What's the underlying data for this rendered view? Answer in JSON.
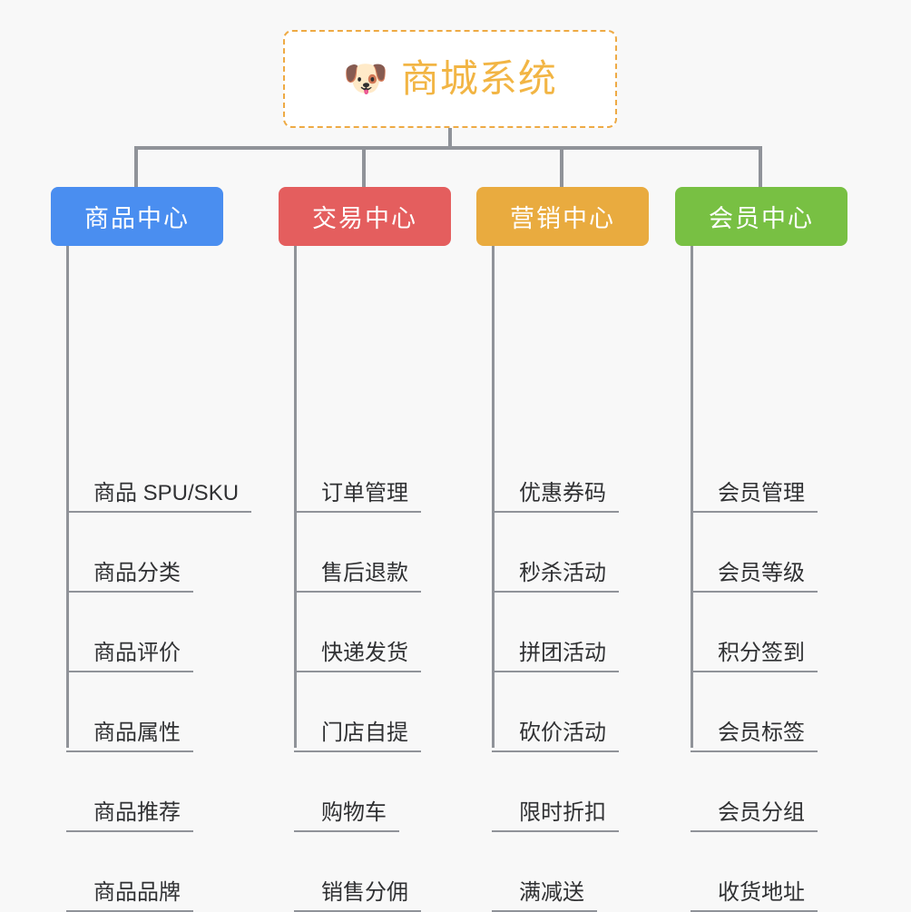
{
  "root": {
    "icon": "dog-face-icon",
    "emoji": "🐶",
    "title": "商城系统",
    "border_color": "#eeaa44",
    "text_color": "#f2b544"
  },
  "categories": [
    {
      "label": "商品中心",
      "color": "#4a8ef0",
      "items": [
        "商品 SPU/SKU",
        "商品分类",
        "商品评价",
        "商品属性",
        "商品推荐",
        "商品品牌"
      ]
    },
    {
      "label": "交易中心",
      "color": "#e45e5e",
      "items": [
        "订单管理",
        "售后退款",
        "快递发货",
        "门店自提",
        "购物车",
        "销售分佣"
      ]
    },
    {
      "label": "营销中心",
      "color": "#e9ab3f",
      "items": [
        "优惠券码",
        "秒杀活动",
        "拼团活动",
        "砍价活动",
        "限时折扣",
        "满减送"
      ]
    },
    {
      "label": "会员中心",
      "color": "#78c043",
      "items": [
        "会员管理",
        "会员等级",
        "积分签到",
        "会员标签",
        "会员分组",
        "收货地址"
      ]
    }
  ],
  "theme": {
    "background": "#f8f8f8",
    "connector_color": "#909399",
    "leaf_text_color": "#303133"
  }
}
